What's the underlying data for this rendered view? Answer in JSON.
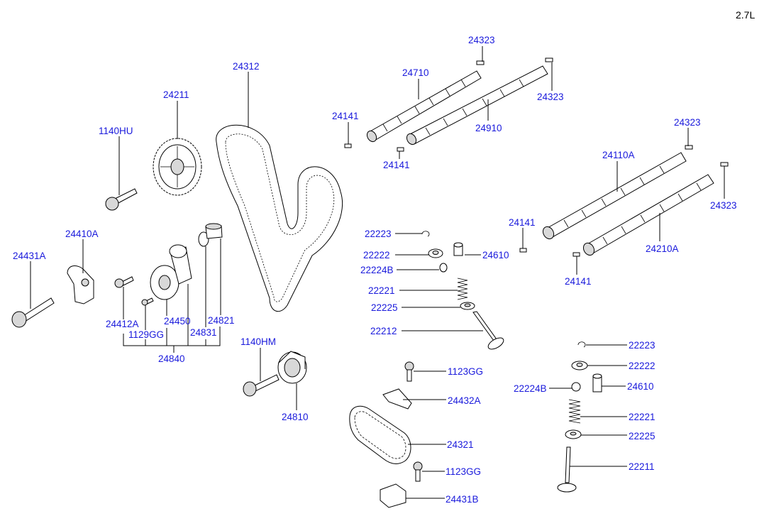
{
  "engine_label": "2.7L",
  "labels": {
    "l_24323_a": "24323",
    "l_24710": "24710",
    "l_24323_b": "24323",
    "l_24141_a": "24141",
    "l_24910": "24910",
    "l_24141_b": "24141",
    "l_24323_c": "24323",
    "l_24110a": "24110A",
    "l_24323_d": "24323",
    "l_24141_c": "24141",
    "l_24210a": "24210A",
    "l_24141_d": "24141",
    "l_24312": "24312",
    "l_24211": "24211",
    "l_1140hu": "1140HU",
    "l_24410a": "24410A",
    "l_24431a": "24431A",
    "l_24412a": "24412A",
    "l_1129gg": "1129GG",
    "l_24450": "24450",
    "l_24831": "24831",
    "l_24821": "24821",
    "l_24840": "24840",
    "l_1140hm": "1140HM",
    "l_24810": "24810",
    "l_22223_a": "22223",
    "l_22222_a": "22222",
    "l_24610_a": "24610",
    "l_22224b_a": "22224B",
    "l_22221_a": "22221",
    "l_22225_a": "22225",
    "l_22212": "22212",
    "l_1123gg_a": "1123GG",
    "l_24432a": "24432A",
    "l_24321": "24321",
    "l_1123gg_b": "1123GG",
    "l_24431b": "24431B",
    "l_22223_b": "22223",
    "l_22222_b": "22222",
    "l_22224b_b": "22224B",
    "l_24610_b": "24610",
    "l_22221_b": "22221",
    "l_22225_b": "22225",
    "l_22211": "22211"
  },
  "colors": {
    "label": "#1a1adc",
    "line": "#000000",
    "part_fill": "#ffffff",
    "part_shade": "#d8d8d8"
  }
}
